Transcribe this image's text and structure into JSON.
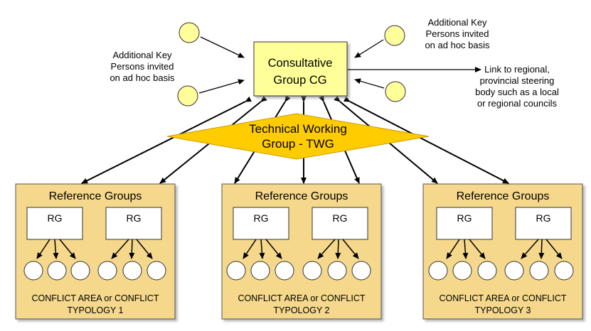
{
  "consultative": {
    "line1": "Consultative",
    "line2": "Group CG"
  },
  "key_persons_left": [
    "Additional Key",
    "Persons invited",
    "on ad hoc basis"
  ],
  "key_persons_right": [
    "Additional Key",
    "Persons invited",
    "on ad hoc basis"
  ],
  "link": [
    "Link to regional,",
    "provincial steering",
    "body such as a local",
    "or regional councils"
  ],
  "twg": {
    "line1": "Technical Working",
    "line2": "Group - TWG"
  },
  "reference_groups": [
    {
      "title": "Reference Groups",
      "rg_left": "RG",
      "rg_right": "RG",
      "caption1": "CONFLICT AREA or CONFLICT",
      "caption2": "TYPOLOGY 1"
    },
    {
      "title": "Reference Groups",
      "rg_left": "RG",
      "rg_right": "RG",
      "caption1": "CONFLICT AREA or CONFLICT",
      "caption2": "TYPOLOGY 2"
    },
    {
      "title": "Reference Groups",
      "rg_left": "RG",
      "rg_right": "RG",
      "caption1": "CONFLICT AREA or CONFLICT",
      "caption2": "TYPOLOGY 3"
    }
  ],
  "colors": {
    "cg_fill": "#FFFF99",
    "twg_fill": "#FFCC00",
    "panel_fill": "#F5D88C",
    "circle_yellow": "#FFFF99"
  }
}
